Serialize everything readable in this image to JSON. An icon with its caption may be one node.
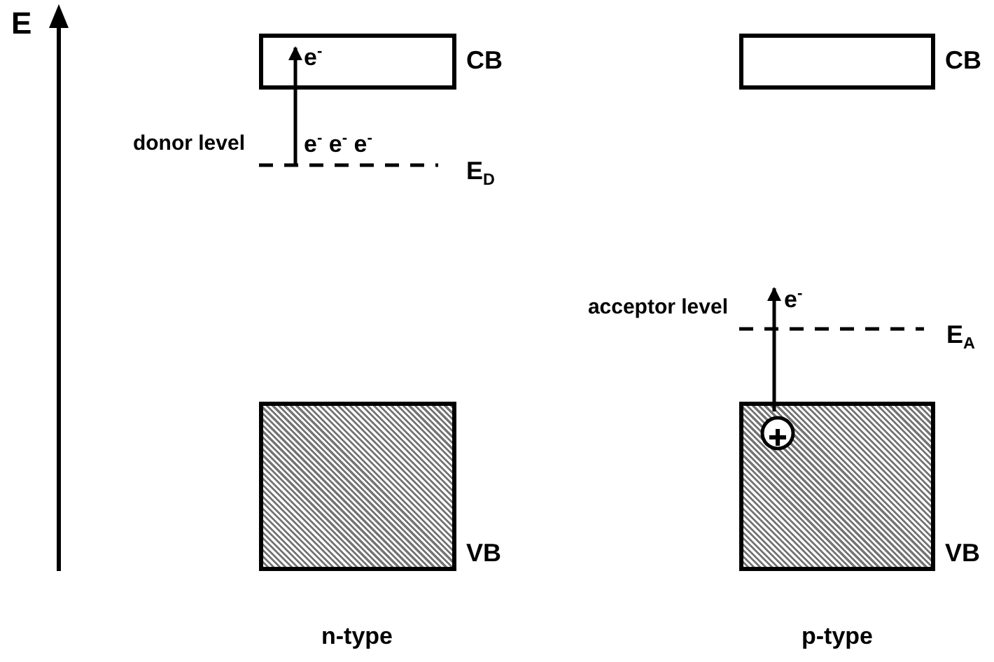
{
  "diagram": {
    "nodes": [
      {
        "text": [],
        "shape": "box",
        "beside": [
          "CB"
        ]
      },
      {
        "text": [],
        "shape": "box",
        "beside": [
          "CB"
        ]
      },
      {
        "text": [
          "donor level"
        ],
        "beside": [
          "E$_{D}$"
        ]
      },
      {
        "text": [
          "acceptor level"
        ],
        "beside": [
          "E$_{A}$"
        ]
      },
      {
        "text": [],
        "shape": "box",
        "beside": [
          "VB"
        ]
      },
      {
        "text": [],
        "shape": "box",
        "beside": [
          "VB"
        ]
      },
      {
        "text": [],
        "shape": "circle",
        "in": 5
      }
    ],
    "edges": [
      {
        "from": 2,
        "to": 0,
        "arrow": "to"
      },
      {
        "from": 6,
        "to": 3,
        "arrow": "to"
      }
    ],
    "labels": [
      "E",
      "e$^{-}$",
      "e$^{-}$ e$^{-}$ e$^{-}$",
      "e$^{-}$",
      "n-type",
      "p-type"
    ]
  }
}
